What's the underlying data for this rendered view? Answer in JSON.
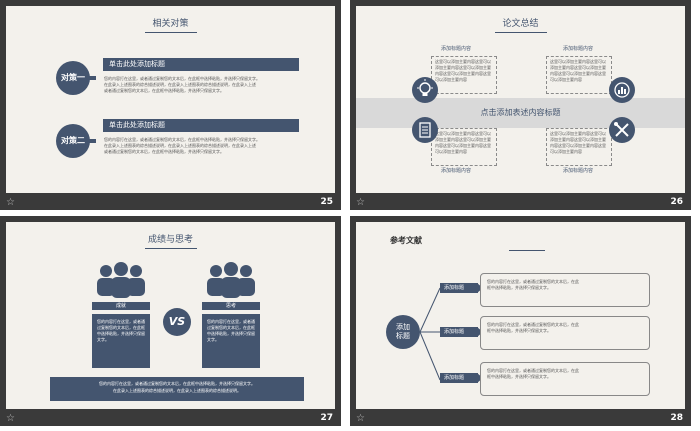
{
  "slide25": {
    "number": "25",
    "title": "相关对策",
    "items": [
      {
        "badge": "对策一",
        "header": "单击此处添加标题",
        "lines": [
          "您的内容打在这里，或者通过复制您的文本后，在此框中选择粘贴，并选择只保留文字。",
          "在此录入上述图表的综合描述说明，在此录入上述图表的综合描述说明，在此录入上述",
          "或者通过复制您的文本后，在此框中选择粘贴，并选择只保留文字。"
        ]
      },
      {
        "badge": "对策二",
        "header": "单击此处添加标题",
        "lines": [
          "您的内容打在这里，或者通过复制您的文本后，在此框中选择粘贴，并选择只保留文字。",
          "在此录入上述图表的综合描述说明，在此录入上述图表的综合描述说明，在此录入上述",
          "或者通过复制您的文本后，在此框中选择粘贴，并选择只保留文字。"
        ]
      }
    ]
  },
  "slide26": {
    "number": "26",
    "title": "论文总结",
    "band_text": "点击添加表述内容标题",
    "box_label": "添加标题内容",
    "box_text": "这里可以添加主要内容这里可以添加主要内容这里可以添加主要内容这里可以添加主要内容这里可以添加主要内容",
    "icons": [
      "lightbulb-icon",
      "chart-icon",
      "clipboard-icon",
      "tools-icon"
    ]
  },
  "slide27": {
    "number": "27",
    "title": "成绩与思考",
    "left_label": "成就",
    "right_label": "思考",
    "vs": "VS",
    "card_text": "您的内容打在这里，或者通过复制您的文本后，在此框中选择粘贴，并选择只保留文字。",
    "bottom_line1": "您的内容打在这里，或者通过复制您的文本后，在此框中选择粘贴，并选择只保留文字。",
    "bottom_line2": "在此录入上述图表的综合描述说明，在此录入上述图表的综合描述说明。"
  },
  "slide28": {
    "number": "28",
    "title": "参考文献",
    "center": "添加标题",
    "tag": "添加标题",
    "row_text": "您的内容打在这里，或者通过复制您的文本后，在此框中选择粘贴，并选择只保留文字。"
  }
}
